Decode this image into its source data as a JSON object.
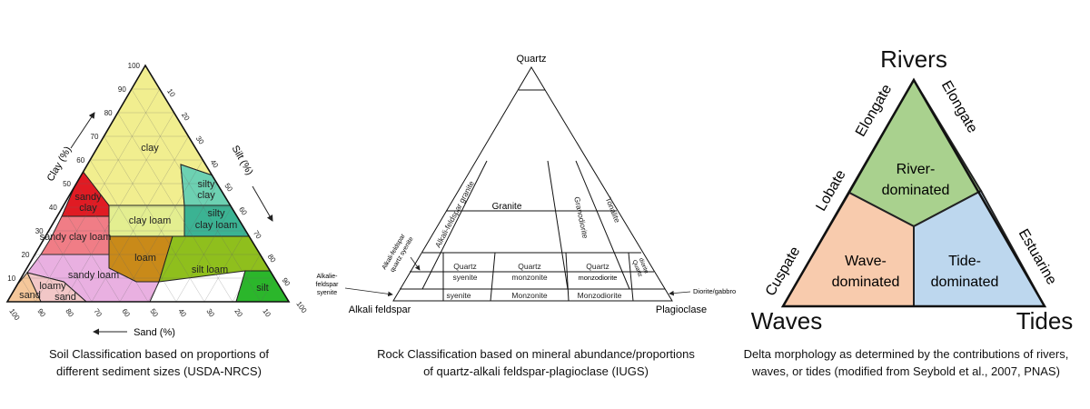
{
  "soil": {
    "axis_titles": {
      "clay": "Clay (%)",
      "silt": "Silt (%)",
      "sand": "Sand (%)"
    },
    "clay_ticks": [
      "100",
      "90",
      "80",
      "70",
      "60",
      "50",
      "40",
      "30",
      "20",
      "10"
    ],
    "silt_ticks": [
      "10",
      "20",
      "30",
      "40",
      "50",
      "60",
      "70",
      "80",
      "90",
      "100"
    ],
    "sand_ticks": [
      "100",
      "90",
      "80",
      "70",
      "60",
      "50",
      "40",
      "30",
      "20",
      "10"
    ],
    "regions": {
      "clay": "clay",
      "silty_clay_1": "silty",
      "silty_clay_2": "clay",
      "sandy_clay_1": "sandy",
      "sandy_clay_2": "clay",
      "clay_loam": "clay loam",
      "silty_clay_loam_1": "silty",
      "silty_clay_loam_2": "clay loam",
      "sandy_clay_loam": "sandy clay loam",
      "loam": "loam",
      "silt_loam": "silt loam",
      "sandy_loam": "sandy loam",
      "silt": "silt",
      "loamy_sand_1": "loamy",
      "loamy_sand_2": "sand",
      "sand": "sand"
    },
    "colors": {
      "clay": "#f1ee8f",
      "silty_clay": "#6dd1b2",
      "sandy_clay": "#e01b23",
      "clay_loam": "#e3ee90",
      "silty_clay_loam": "#3bb393",
      "sandy_clay_loam": "#f07d86",
      "loam": "#c98a19",
      "silt_loam": "#8fbf1d",
      "sandy_loam": "#e9b0e1",
      "silt": "#2bb62b",
      "loamy_sand": "#f2c7c7",
      "sand": "#f5c79a"
    },
    "caption": [
      "Soil Classification based on proportions of",
      "different sediment sizes (USDA-NRCS)"
    ]
  },
  "rock": {
    "apex_top": "Quartz",
    "apex_left": "Alkali feldspar",
    "apex_right": "Plagioclase",
    "granite": "Granite",
    "alkali_feldspar_granite": "Alkali-feldspar granite",
    "granodiorite": "Granodiorite",
    "tonalite": "Tonalite",
    "alkali_feldspar_quartz_syenite": [
      "Alkali-feldspar",
      "quartz syenite"
    ],
    "quartz_syenite": [
      "Quartz",
      "syenite"
    ],
    "quartz_monzonite": [
      "Quartz",
      "monzonite"
    ],
    "quartz_monzodiorite": [
      "Quartz",
      "monzodiorite"
    ],
    "quartz_diorite": [
      "Quartz",
      "diorite"
    ],
    "alkali_feldspar_syenite": [
      "Alkalie-",
      "feldspar",
      "syenite"
    ],
    "syenite": "syenite",
    "monzonite": "Monzonite",
    "monzodiorite": "Monzodiorite",
    "diorite_gabbro": "Diorite/gabbro",
    "caption": [
      "Rock Classification based on mineral abundance/proportions",
      "of quartz-alkali feldspar-plagioclase (IUGS)"
    ]
  },
  "delta": {
    "apex_top": "Rivers",
    "apex_left": "Waves",
    "apex_right": "Tides",
    "river_dominated": [
      "River-",
      "dominated"
    ],
    "wave_dominated": [
      "Wave-",
      "dominated"
    ],
    "tide_dominated": [
      "Tide-",
      "dominated"
    ],
    "left_edge_upper": "Elongate",
    "left_edge_middle": "Lobate",
    "left_edge_lower": "Cuspate",
    "right_edge_upper": "Elongate",
    "right_edge_lower": "Estuarine",
    "colors": {
      "river": "#a9d18e",
      "wave": "#f8cbad",
      "tide": "#bdd7ee"
    },
    "caption": [
      "Delta morphology as determined by the contributions of rivers,",
      "waves, or tides (modified from Seybold et al., 2007, PNAS)"
    ]
  }
}
